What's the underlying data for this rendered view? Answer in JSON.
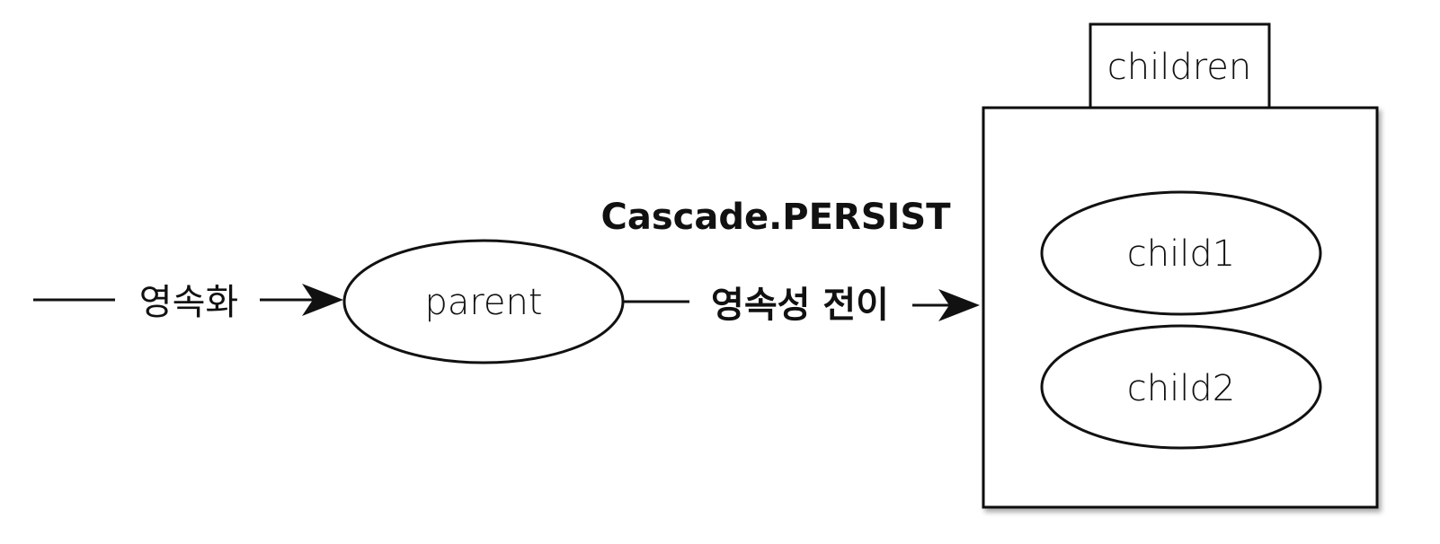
{
  "diagram": {
    "incoming_label": "영속화",
    "parent_label": "parent",
    "cascade_label": "Cascade.PERSIST",
    "transfer_label": "영속성 전이",
    "collection_label": "children",
    "child1_label": "child1",
    "child2_label": "child2"
  },
  "colors": {
    "stroke": "#111111",
    "background": "#ffffff"
  }
}
